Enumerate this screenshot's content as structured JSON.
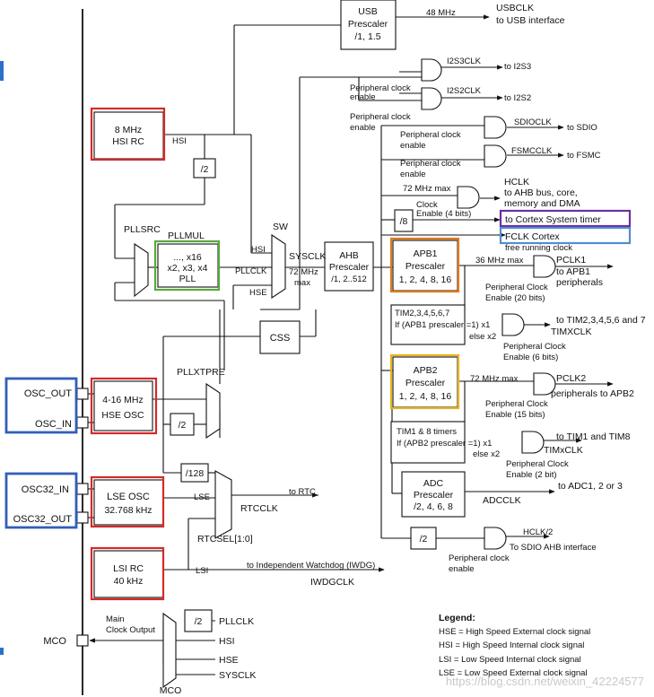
{
  "pins": {
    "osc_out": "OSC_OUT",
    "osc_in": "OSC_IN",
    "osc32_in": "OSC32_IN",
    "osc32_out": "OSC32_OUT",
    "mco": "MCO"
  },
  "sources": {
    "hsi_rc": [
      "8 MHz",
      "HSI RC"
    ],
    "hse_osc": [
      "4-16 MHz",
      "HSE OSC"
    ],
    "lse_osc": [
      "LSE OSC",
      "32.768 kHz"
    ],
    "lsi_rc": [
      "LSI RC",
      "40 kHz"
    ]
  },
  "blocks": {
    "usb_prescaler": [
      "USB",
      "Prescaler",
      "/1, 1.5"
    ],
    "pll": [
      "..., x16",
      "x2, x3, x4",
      "PLL"
    ],
    "ahb_prescaler": [
      "AHB",
      "Prescaler",
      "/1, 2..512"
    ],
    "apb1_prescaler": [
      "APB1",
      "Prescaler",
      "1, 2, 4, 8, 16"
    ],
    "apb2_prescaler": [
      "APB2",
      "Prescaler",
      "1, 2, 4, 8, 16"
    ],
    "adc_prescaler": [
      "ADC",
      "Prescaler",
      "/2, 4, 6, 8"
    ],
    "css": "CSS",
    "div2_hsi": "/2",
    "div2_hse": "/2",
    "div128": "/128",
    "div8": "/8",
    "div2_sdio": "/2",
    "div2_mco": "/2"
  },
  "labels": {
    "hsi": "HSI",
    "pllsrc": "PLLSRC",
    "pllmul": "PLLMUL",
    "sw": "SW",
    "sysclk": "SYSCLK",
    "sysclk_max": [
      "72 MHz",
      "max"
    ],
    "mux_hsi": "HSI",
    "mux_pllclk": "PLLCLK",
    "mux_hse": "HSE",
    "pllxtpre": "PLLXTPRE",
    "lse": "LSE",
    "lsi": "LSI",
    "rtcclk": "RTCCLK",
    "rtcsel": "RTCSEL[1:0]",
    "to_rtc": "to RTC",
    "to_iwdg": "to Independent Watchdog (IWDG)",
    "iwdgclk": "IWDGCLK",
    "usb_freq": "48 MHz",
    "usbclk": [
      "USBCLK",
      "to USB interface"
    ],
    "i2s3clk": "I2S3CLK",
    "to_i2s3": "to I2S3",
    "i2s2clk": "I2S2CLK",
    "to_i2s2": "to I2S2",
    "sdioclk": "SDIOCLK",
    "to_sdio": "to SDIO",
    "fsmcclk": "FSMCCLK",
    "to_fsmc": "to FSMC",
    "periph_clock_enable": [
      "Peripheral clock",
      "enable"
    ],
    "hclk_max": "72 MHz max",
    "hclk": [
      "HCLK",
      "to AHB bus, core,",
      "memory and DMA"
    ],
    "clock_enable_4": [
      "Clock",
      "Enable (4 bits)"
    ],
    "to_cortex_timer": "to Cortex System timer",
    "fclk": "FCLK Cortex",
    "free_running": "free running clock",
    "apb1_max": "36 MHz max",
    "pclk1": [
      "PCLK1",
      "to APB1",
      "peripherals"
    ],
    "pce_20": [
      "Peripheral Clock",
      "Enable (20 bits)"
    ],
    "tim2_mult": [
      "TIM2,3,4,5,6,7",
      "If (APB1 prescaler =1) x1",
      "else  x2"
    ],
    "tim2_out": [
      "to TIM2,3,4,5,6 and 7",
      "TIMXCLK"
    ],
    "pce_6": [
      "Peripheral Clock",
      "Enable (6 bits)"
    ],
    "apb2_max": "72 MHz max",
    "pclk2": [
      "PCLK2",
      "peripherals to APB2"
    ],
    "pce_15": [
      "Peripheral Clock",
      "Enable (15 bits)"
    ],
    "tim1_mult": [
      "TIM1 & 8 timers",
      "If (APB2 prescaler =1) x1",
      "else x2"
    ],
    "tim1_out": [
      "to TIM1 and TIM8",
      "TIMxCLK"
    ],
    "pce_2": [
      "Peripheral Clock",
      "Enable (2 bit)"
    ],
    "adcclk": "ADCCLK",
    "to_adc": "to ADC1, 2 or 3",
    "hclk2": "HCLK/2",
    "to_sdio_ahb": "To SDIO AHB interface",
    "periph_clock_enable_sdio": [
      "Peripheral clock",
      "enable"
    ],
    "main_clock_output": [
      "Main",
      "Clock Output"
    ],
    "mco_pllclk": "PLLCLK",
    "mco_hsi": "HSI",
    "mco_hse": "HSE",
    "mco_sysclk": "SYSCLK"
  },
  "legend": {
    "title": "Legend:",
    "items": [
      "HSE = High Speed External clock signal",
      "HSI = High Speed Internal clock signal",
      "LSI = Low Speed Internal clock signal",
      "LSE = Low Speed External clock signal"
    ]
  },
  "watermark": "https://blog.csdn.net/weixin_42224577",
  "colors": {
    "highlight_red": "#d42a2a",
    "highlight_green": "#5aa83c",
    "highlight_orange": "#e07b1a",
    "highlight_yellow": "#e8b41c",
    "highlight_purple": "#6b2fa3",
    "highlight_light_blue": "#4f8fd0",
    "highlight_blue": "#2f5fb8",
    "edge_accent": "#2d6fc9"
  }
}
